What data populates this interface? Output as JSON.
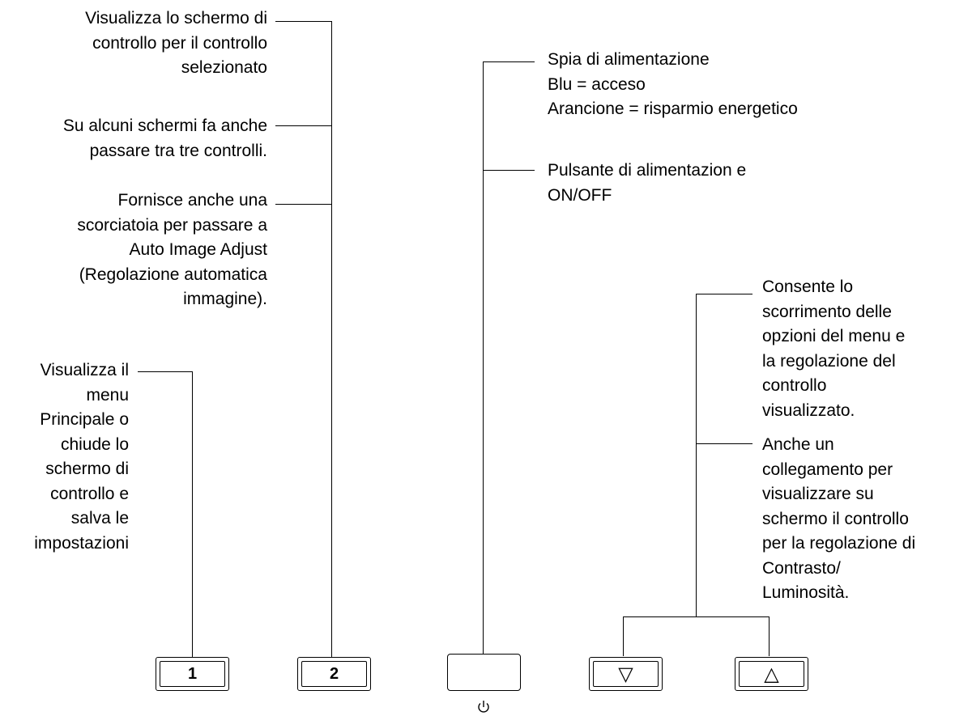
{
  "callouts": {
    "btn2_line1": [
      "Visualizza lo schermo di",
      "controllo per il controllo",
      "selezionato"
    ],
    "btn2_line2": [
      "Su alcuni schermi fa anche",
      "passare tra tre controlli."
    ],
    "btn2_line3": [
      "Fornisce anche una",
      "scorciatoia per passare a",
      "Auto Image Adjust",
      "(Regolazione automatica",
      "immagine)."
    ],
    "btn1": [
      "Visualizza il",
      "menu",
      "Principale o",
      "chiude lo",
      "schermo di",
      "controllo e",
      "salva le",
      "impostazioni"
    ],
    "power_led": [
      "Spia di alimentazione",
      "Blu = acceso",
      "Arancione = risparmio energetico"
    ],
    "power_button": [
      "Pulsante di alimentazion e",
      "ON/OFF"
    ],
    "arrows_1": [
      "Consente lo",
      "scorrimento delle",
      "opzioni del menu e",
      "la regolazione del",
      "controllo",
      "visualizzato."
    ],
    "arrows_2": [
      "Anche un",
      "collegamento per",
      "visualizzare su",
      "schermo il controllo",
      "per la regolazione di",
      "Contrasto/",
      "Luminosità."
    ]
  },
  "buttons": {
    "b1": "1",
    "b2": "2",
    "down": "▽",
    "up": "△",
    "power_symbol": "power-icon"
  }
}
